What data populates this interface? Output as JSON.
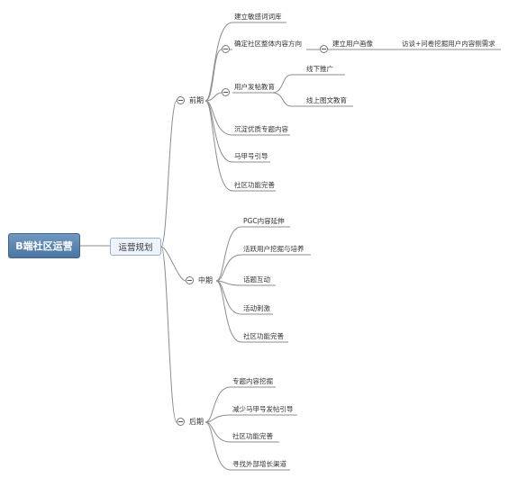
{
  "root": "B端社区运营",
  "main": "运营规划",
  "phases": {
    "early": {
      "label": "前期",
      "items": [
        "建立敏感词词库",
        "确定社区整体内容方向",
        "用户发帖教育",
        "沉淀优质专题内容",
        "马甲号引导",
        "社区功能完善"
      ],
      "persona": {
        "label": "建立用户画像",
        "detail": "访谈+问卷挖掘用户内容侧需求"
      },
      "education": [
        "线下推广",
        "线上图文教育"
      ]
    },
    "mid": {
      "label": "中期",
      "items": [
        "PGC内容延伸",
        "活跃用户挖掘与培养",
        "话题互动",
        "活动刺激",
        "社区功能完善"
      ]
    },
    "late": {
      "label": "后期",
      "items": [
        "专题内容挖掘",
        "减少马甲号发帖引导",
        "社区功能完善",
        "寻找外部增长渠道"
      ]
    }
  }
}
